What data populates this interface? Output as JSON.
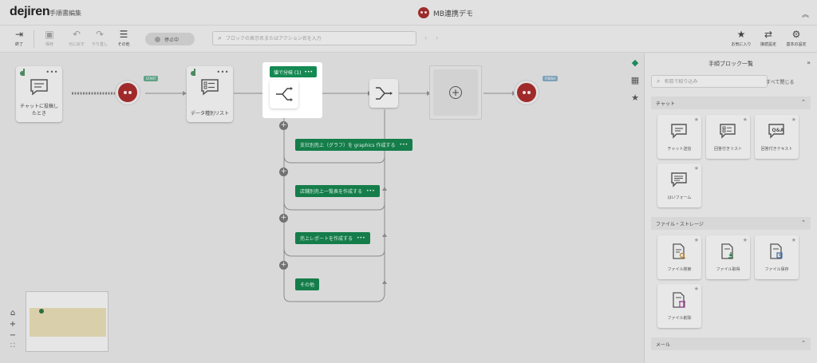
{
  "header": {
    "logo": "dejiren",
    "subtitle": "手順書編集",
    "app_title": "MB連携デモ"
  },
  "toolbar": {
    "exit": "終了",
    "save": "保存",
    "undo": "元に戻す",
    "redo": "やり直し",
    "more": "その他",
    "status": "停止中",
    "search_placeholder": "ブロックの表示名またはアクション名を入力",
    "favorites": "お気に入り",
    "connection": "接続設定",
    "scenario": "基本の設定"
  },
  "flow": {
    "node1_label": "チャットに投稿したとき",
    "node2_label": "データ種別リスト",
    "start_tag": "START",
    "finish_tag": "FINISH",
    "branch_tag": "値で分岐 (1)",
    "branch_tag_dots": "•••",
    "dots": "•••",
    "branches": [
      {
        "label": "支社別売上（グラフ）を graphics 作成する"
      },
      {
        "label": "店舗別売上一覧表を作成する"
      },
      {
        "label": "売上レポートを作成する"
      },
      {
        "label": "その他"
      }
    ]
  },
  "panel": {
    "title": "手順ブロック一覧",
    "search_placeholder": "名前で絞り込み",
    "close_all": "すべて閉じる",
    "sections": [
      {
        "title": "チャット",
        "cards": [
          "チャット送信",
          "回答付きリスト",
          "回答付きテキスト",
          "はいフォーム"
        ]
      },
      {
        "title": "ファイル・ストレージ",
        "cards": [
          "ファイル検索",
          "ファイル取得",
          "ファイル保存",
          "ファイル削除"
        ]
      },
      {
        "title": "メール",
        "cards": []
      }
    ]
  },
  "colors": {
    "accent_green": "#148a52",
    "stop_red": "#a02a2a",
    "overlay_gray": "#d9d9d9"
  }
}
